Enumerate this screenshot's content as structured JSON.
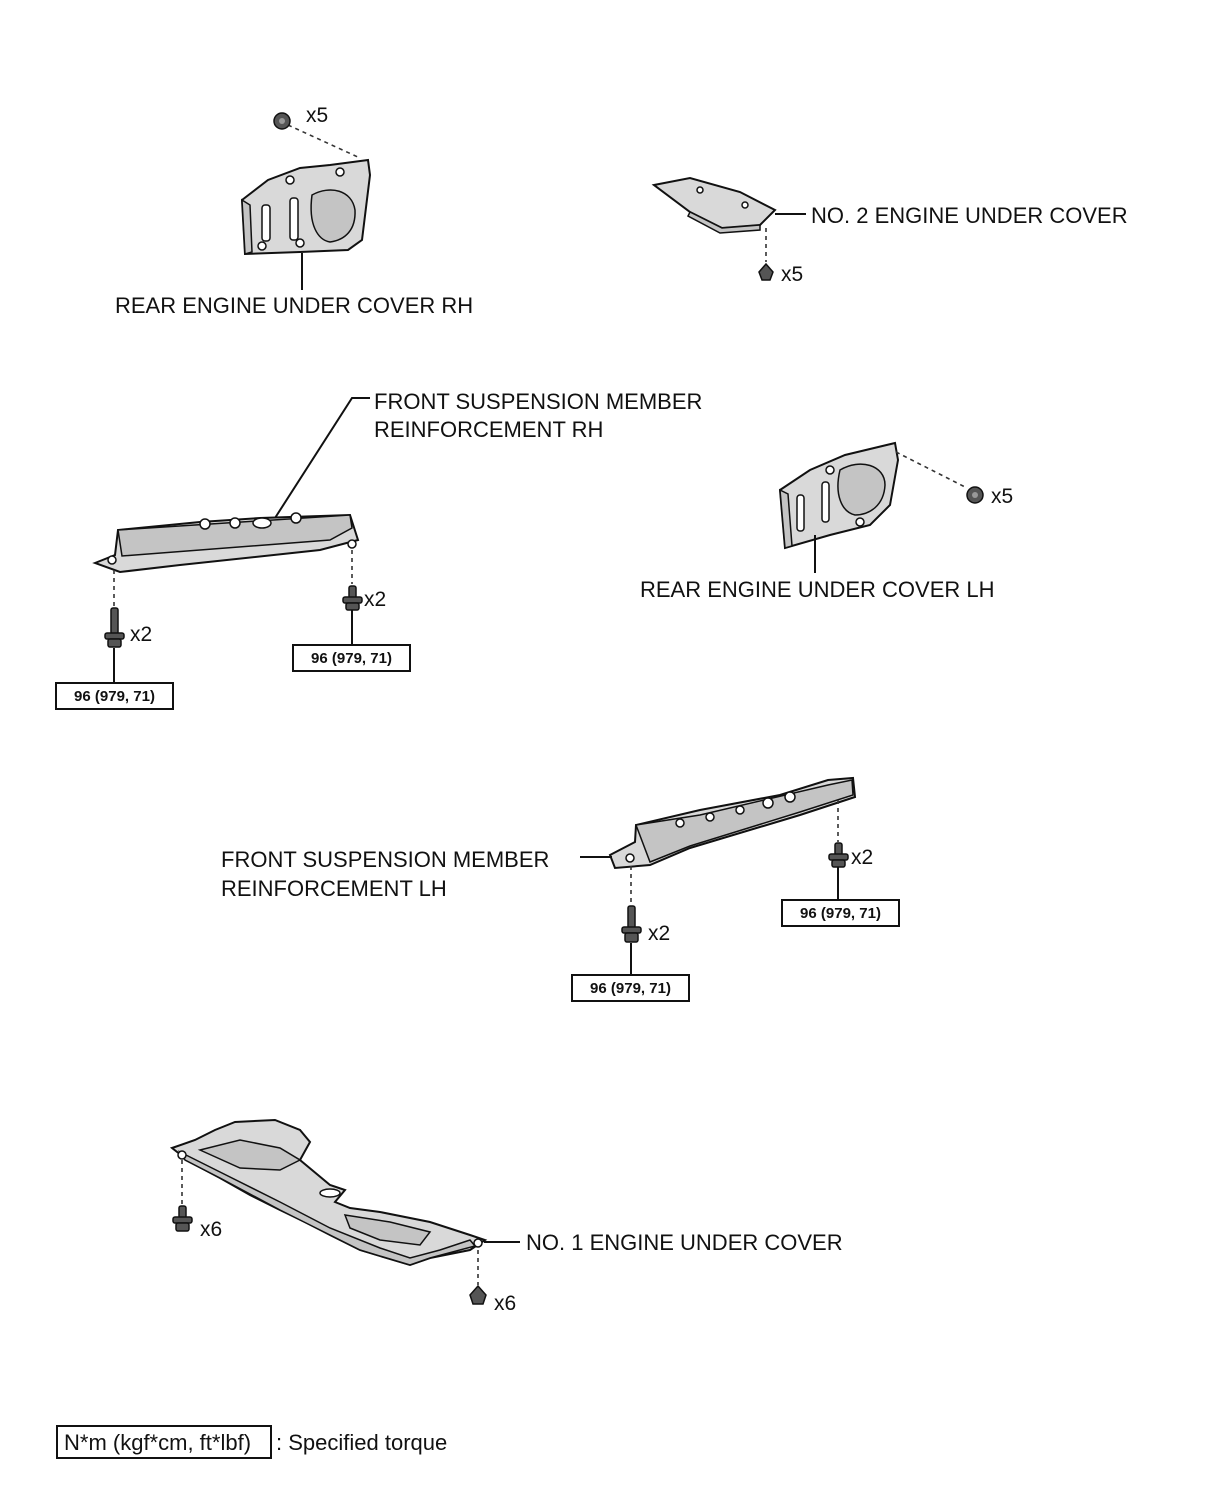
{
  "labels": {
    "rear_rh": "REAR ENGINE UNDER COVER RH",
    "no2": "NO. 2 ENGINE UNDER COVER",
    "fsm_rh_1": "FRONT SUSPENSION MEMBER",
    "fsm_rh_2": "REINFORCEMENT RH",
    "rear_lh": "REAR ENGINE UNDER COVER LH",
    "fsm_lh_1": "FRONT SUSPENSION MEMBER",
    "fsm_lh_2": "REINFORCEMENT LH",
    "no1": "NO. 1 ENGINE UNDER COVER"
  },
  "quantities": {
    "rear_rh_clips": "x5",
    "no2_clips": "x5",
    "rear_lh_clips": "x5",
    "fsm_rh_left_bolts": "x2",
    "fsm_rh_right_bolts": "x2",
    "fsm_lh_left_bolts": "x2",
    "fsm_lh_right_bolts": "x2",
    "no1_left_bolts": "x6",
    "no1_right_clips": "x6"
  },
  "torques": {
    "fsm_rh_left": "96 (979, 71)",
    "fsm_rh_right": "96 (979, 71)",
    "fsm_lh_left": "96 (979, 71)",
    "fsm_lh_right": "96 (979, 71)"
  },
  "legend": {
    "unit_box": "N*m (kgf*cm, ft*lbf)",
    "description": ": Specified torque"
  },
  "icons": [
    "clip-icon",
    "bolt-icon"
  ]
}
